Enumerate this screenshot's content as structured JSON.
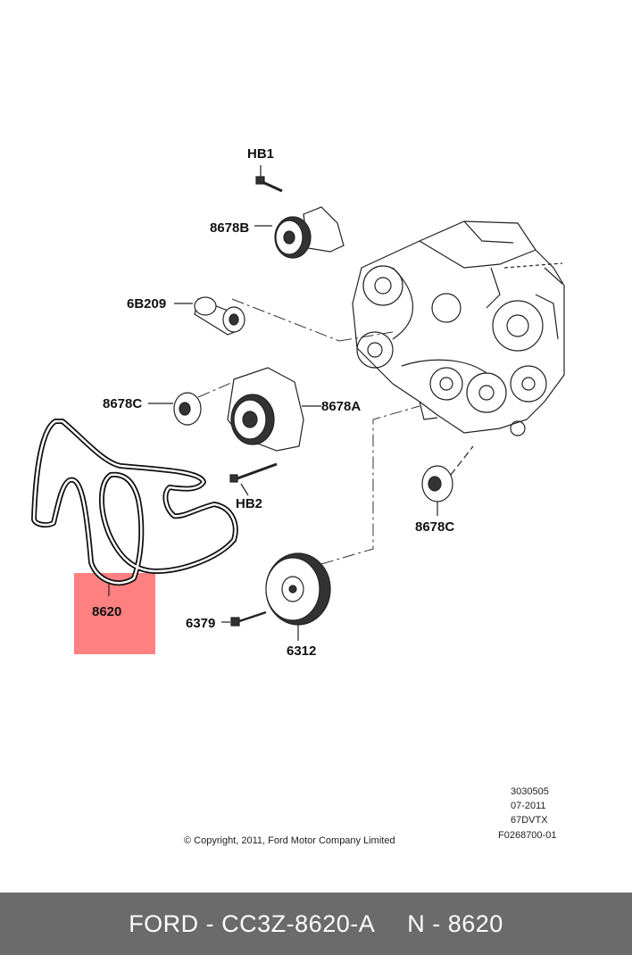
{
  "parts": {
    "hb1": "HB1",
    "p8678b": "8678B",
    "p6b209": "6B209",
    "p8678c_left": "8678C",
    "p8678a": "8678A",
    "hb2": "HB2",
    "p8678c_right": "8678C",
    "p8620": "8620",
    "p6379": "6379",
    "p6312": "6312"
  },
  "highlight": {
    "color": "#ff8080",
    "part": "8620"
  },
  "meta": {
    "code1": "3030505",
    "date": "07-2011",
    "engine": "67DVTX",
    "figure": "F0268700-01",
    "copyright": "© Copyright, 2011, Ford Motor Company Limited"
  },
  "footer": {
    "brand_part": "FORD - CC3Z-8620-A",
    "ref": "N - 8620"
  }
}
